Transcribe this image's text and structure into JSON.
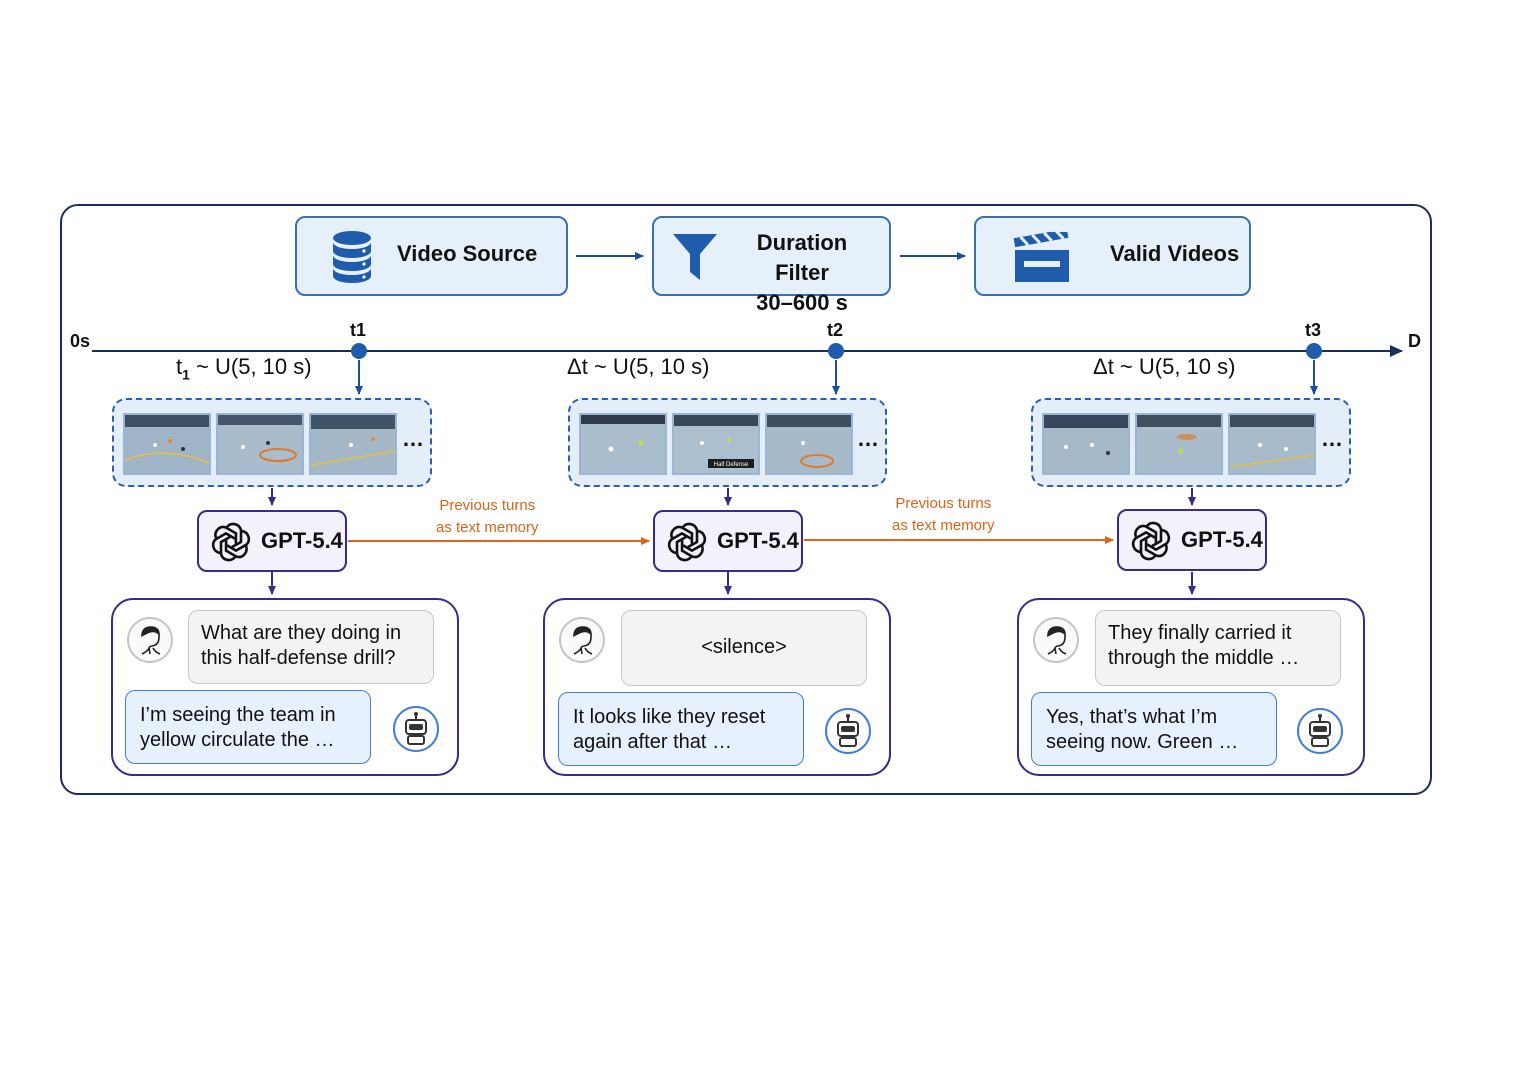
{
  "pipeline": {
    "source_label": "Video Source",
    "filter_label": "Duration Filter",
    "filter_range": "30–600 s",
    "valid_label": "Valid Videos"
  },
  "timeline": {
    "start_label": "0s",
    "end_label": "D",
    "points": [
      {
        "label": "t1",
        "interval_main": "t",
        "interval_sub": "1",
        "interval_rest": " ~ U(5, 10 s)"
      },
      {
        "label": "t2",
        "interval_text": "Δt ~ U(5, 10 s)"
      },
      {
        "label": "t3",
        "interval_text": "Δt ~ U(5, 10 s)"
      }
    ]
  },
  "clips": {
    "ellipsis": "…",
    "overlay_text": "Half Defense"
  },
  "model": {
    "name": "GPT-5.4",
    "memory_line1": "Previous turns",
    "memory_line2": "as text memory"
  },
  "chats": [
    {
      "user": "What are they doing in this half-defense drill?",
      "bot": "I’m seeing the team in yellow circulate the …"
    },
    {
      "user": "<silence>",
      "bot": "It looks like they reset again after that …"
    },
    {
      "user": "They finally carried it through the middle …",
      "bot": "Yes, that’s what I’m seeing now. Green …"
    }
  ],
  "colors": {
    "frame": "#1c2d5a",
    "accent_blue": "#1f4e99",
    "memory_orange": "#d9641a",
    "model_purple": "#3a2a8c"
  },
  "icons": [
    "database-icon",
    "filter-icon",
    "clapperboard-icon",
    "openai-logo-icon",
    "user-avatar-icon",
    "robot-avatar-icon"
  ]
}
